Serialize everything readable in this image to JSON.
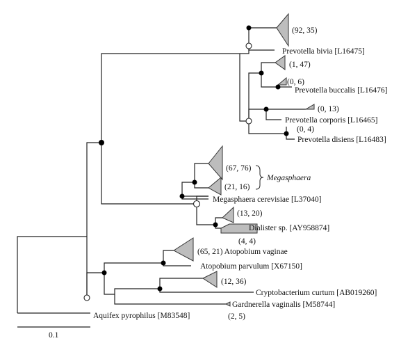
{
  "labels": {
    "prevotella_bivia": {
      "name": "Prevotella bivia",
      "acc": " [L16475]"
    },
    "prevotella_buccalis": {
      "name": "Prevotella buccalis",
      "acc": " [L16476]"
    },
    "prevotella_corporis": {
      "name": "Prevotella corporis",
      "acc": " [L16465]"
    },
    "prevotella_disiens": {
      "name": "Prevotella disiens",
      "acc": " [L16483]"
    },
    "megasphaera_group": {
      "name": "Megasphaera"
    },
    "megasphaera_cerevisiae": {
      "name": "Megasphaera cerevisiae",
      "acc": " [L37040]"
    },
    "dialister": {
      "name": "Dialister sp.",
      "acc": " [AY958874]"
    },
    "atopobium_vaginae": {
      "counts": "(65, 21) ",
      "name": "Atopobium vaginae"
    },
    "atopobium_parvulum": {
      "name": "Atopobium parvulum",
      "acc": " [X67150]"
    },
    "cryptobacterium": {
      "name": "Cryptobacterium curtum",
      "acc": " [AB019260]"
    },
    "gardnerella": {
      "name": "Gardnerella vaginalis",
      "acc": " [M58744]"
    },
    "aquifex": {
      "name": "Aquifex pyrophilus",
      "acc": " [M83548]"
    }
  },
  "counts": {
    "c92_35": "(92, 35)",
    "c1_47": "(1, 47)",
    "c0_6": "(0, 6)",
    "c0_13": "(0, 13)",
    "c0_4": "(0, 4)",
    "c67_76": "(67, 76)",
    "c21_16": "(21, 16)",
    "c13_20": "(13, 20)",
    "c4_4": "(4, 4)",
    "c12_36": "(12, 36)",
    "c2_5": "(2, 5)"
  },
  "scale_bar": {
    "label": "0.1"
  }
}
